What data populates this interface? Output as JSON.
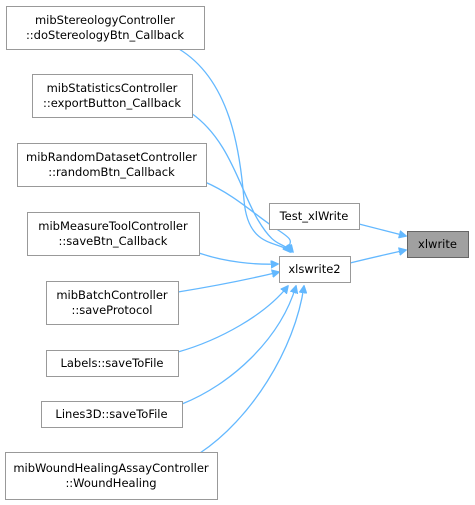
{
  "diagram": {
    "colors": {
      "edge": "#63b8ff",
      "node_border": "#999999",
      "target_fill": "#a0a0a0"
    },
    "nodes": [
      {
        "id": "n1",
        "lines": [
          "mibStereologyController",
          "::doStereologyBtn_Callback"
        ]
      },
      {
        "id": "n2",
        "lines": [
          "mibStatisticsController",
          "::exportButton_Callback"
        ]
      },
      {
        "id": "n3",
        "lines": [
          "mibRandomDatasetController",
          "::randomBtn_Callback"
        ]
      },
      {
        "id": "n4",
        "lines": [
          "mibMeasureToolController",
          "::saveBtn_Callback"
        ]
      },
      {
        "id": "n5",
        "lines": [
          "mibBatchController",
          "::saveProtocol"
        ]
      },
      {
        "id": "n6",
        "lines": [
          "Labels::saveToFile"
        ]
      },
      {
        "id": "n7",
        "lines": [
          "Lines3D::saveToFile"
        ]
      },
      {
        "id": "n8",
        "lines": [
          "mibWoundHealingAssayController",
          "::WoundHealing"
        ]
      },
      {
        "id": "test",
        "lines": [
          "Test_xlWrite"
        ]
      },
      {
        "id": "xls2",
        "lines": [
          "xlswrite2"
        ]
      },
      {
        "id": "xlw",
        "lines": [
          "xlwrite"
        ]
      }
    ],
    "edges": [
      {
        "from": "n1",
        "to": "xls2"
      },
      {
        "from": "n2",
        "to": "xls2"
      },
      {
        "from": "n3",
        "to": "xls2"
      },
      {
        "from": "n4",
        "to": "xls2"
      },
      {
        "from": "n5",
        "to": "xls2"
      },
      {
        "from": "n6",
        "to": "xls2"
      },
      {
        "from": "n7",
        "to": "xls2"
      },
      {
        "from": "n8",
        "to": "xls2"
      },
      {
        "from": "test",
        "to": "xlw"
      },
      {
        "from": "xls2",
        "to": "xlw"
      }
    ]
  }
}
